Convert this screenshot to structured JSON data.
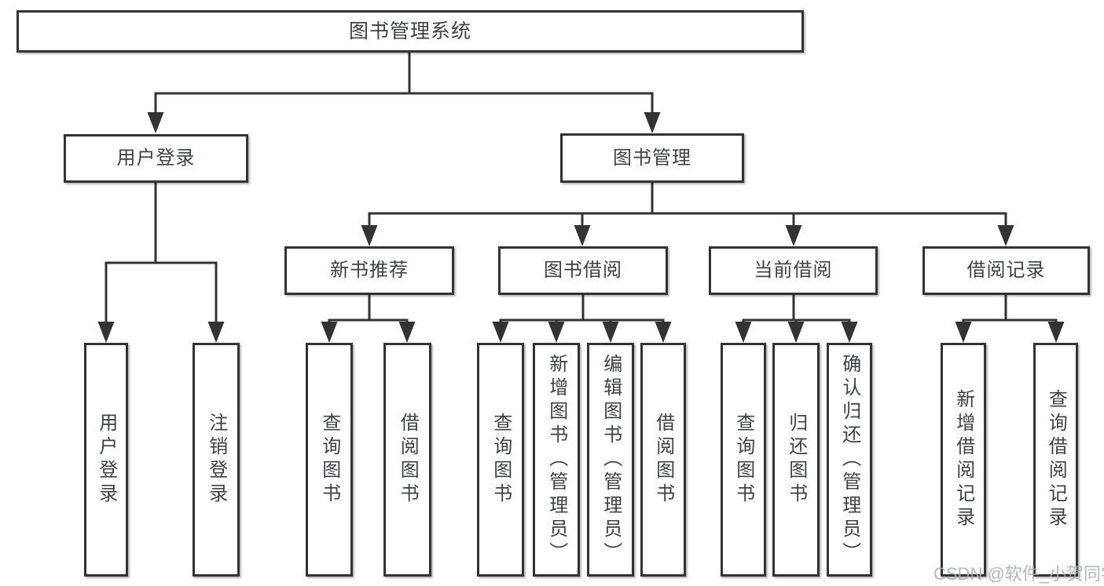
{
  "diagram_type": "hierarchy-tree",
  "colors": {
    "line": "#333333",
    "box_border": "#333333",
    "box_background": "#ffffff",
    "text": "#3d4247",
    "watermark": "#a6aab0"
  },
  "tree": {
    "label": "图书管理系统",
    "children": [
      {
        "label": "用户登录",
        "children": [
          {
            "label": "用户登录"
          },
          {
            "label": "注销登录"
          }
        ]
      },
      {
        "label": "图书管理",
        "children": [
          {
            "label": "新书推荐",
            "children": [
              {
                "label": "查询图书"
              },
              {
                "label": "借阅图书"
              }
            ]
          },
          {
            "label": "图书借阅",
            "children": [
              {
                "label": "查询图书"
              },
              {
                "label": "新增图书（管理员）"
              },
              {
                "label": "编辑图书（管理员）"
              },
              {
                "label": "借阅图书"
              }
            ]
          },
          {
            "label": "当前借阅",
            "children": [
              {
                "label": "查询图书"
              },
              {
                "label": "归还图书"
              },
              {
                "label": "确认归还（管理员）"
              }
            ]
          },
          {
            "label": "借阅记录",
            "children": [
              {
                "label": "新增借阅记录"
              },
              {
                "label": "查询借阅记录"
              }
            ]
          }
        ]
      }
    ]
  },
  "watermark": {
    "text": "CSDN @软件_小贺同学"
  }
}
